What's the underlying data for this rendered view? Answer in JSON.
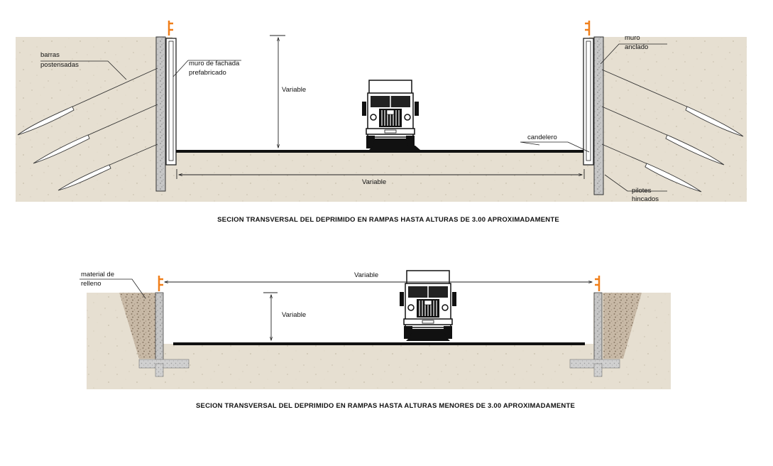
{
  "colors": {
    "soil": "#e6dfd1",
    "soil_speckle": "#cfc6b4",
    "wall": "#c6c6c6",
    "fill_material": "#c8b9a6",
    "road": "#111111",
    "railing": "#f07f1a"
  },
  "section_top": {
    "caption": "SECION TRANSVERSAL DEL DEPRIMIDO EN RAMPAS HASTA ALTURAS DE  3.00 APROXIMADAMENTE",
    "labels": {
      "barras_1": "barras",
      "barras_2": "postensadas",
      "fachada_1": "muro de fachada",
      "fachada_2": "prefabricado",
      "variable_height": "Variable",
      "variable_width": "Variable",
      "muro_1": "muro",
      "muro_2": "anclado",
      "candelero": "candelero",
      "pilotes_1": "pilotes",
      "pilotes_2": "hincados"
    }
  },
  "section_bottom": {
    "caption": "SECION TRANSVERSAL DEL DEPRIMIDO EN RAMPAS HASTA ALTURAS MENORES DE  3.00 APROXIMADAMENTE",
    "labels": {
      "material_1": "material de",
      "material_2": "relleno",
      "variable_width": "Variable",
      "variable_height": "Variable"
    }
  }
}
